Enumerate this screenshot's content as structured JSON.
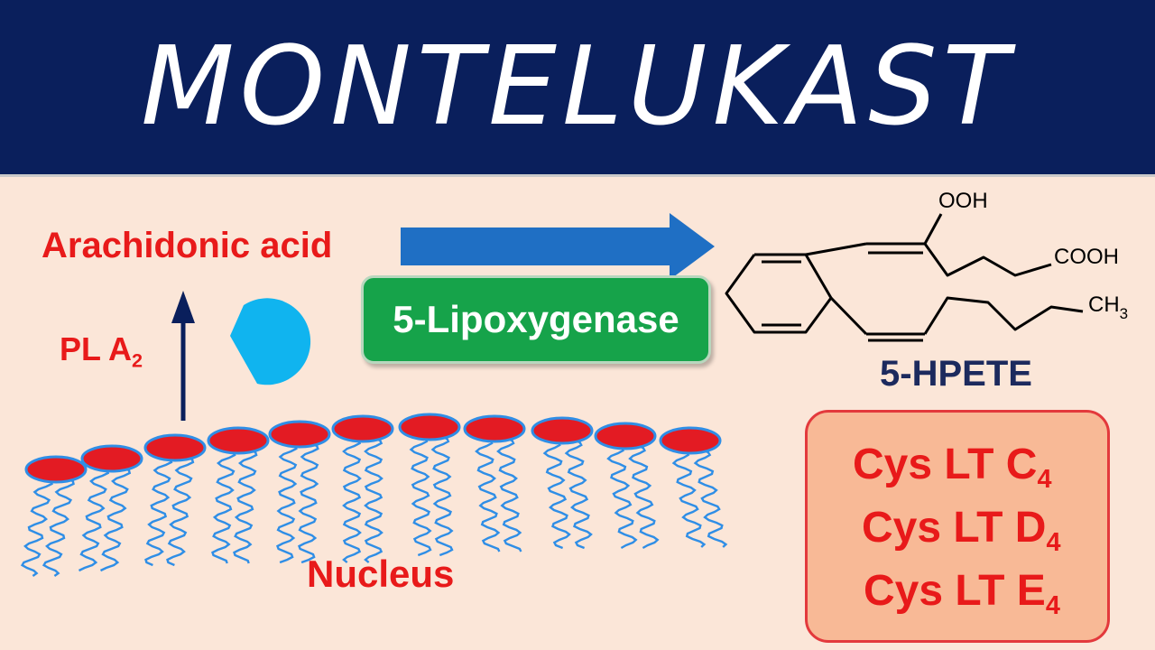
{
  "title": "MONTELUKAST",
  "labels": {
    "arachidonic_acid": "Arachidonic acid",
    "pla2_main": "PL A",
    "pla2_sub": "2",
    "enzyme": "5-Lipoxygenase",
    "nucleus": "Nucleus",
    "hpete": "5-HPETE"
  },
  "molecule": {
    "ooh": "OOH",
    "cooh": "COOH",
    "ch3_main": "CH",
    "ch3_sub": "3"
  },
  "leukotrienes": [
    {
      "main": "Cys LT C",
      "sub": "4"
    },
    {
      "main": "Cys LT D",
      "sub": "4"
    },
    {
      "main": "Cys LT E",
      "sub": "4"
    }
  ],
  "colors": {
    "banner": "#0a1f5c",
    "background": "#fbe6d8",
    "red_text": "#e81a1a",
    "enzyme_green": "#16a34a",
    "arrow_blue": "#1f6fc4",
    "phospholipid_head": "#e31b23",
    "lipid_tail": "#2f8ee6",
    "enzyme_shape": "#10b4ef"
  },
  "icons": {
    "enzyme_shape": "pacman-enzyme-icon",
    "membrane": "phospholipid-bilayer-icon"
  }
}
